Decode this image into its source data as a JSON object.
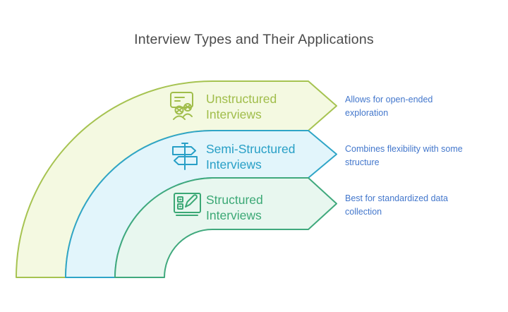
{
  "title": {
    "text": "Interview Types and Their Applications",
    "color": "#4a4a4a"
  },
  "annotation_color": "#4377cc",
  "bands": [
    {
      "name": "unstructured",
      "label_line1": "Unstructured",
      "label_line2": "Interviews",
      "annotation": "Allows for open-ended exploration",
      "icon": "people-conversation-icon",
      "stroke": "#a6c351",
      "fill": "#f4f9e1",
      "label_color": "#a0bd4a"
    },
    {
      "name": "semi-structured",
      "label_line1": "Semi-Structured",
      "label_line2": "Interviews",
      "annotation": "Combines flexibility with some structure",
      "icon": "signpost-icon",
      "stroke": "#2fa5c7",
      "fill": "#e2f5fb",
      "label_color": "#279fc6"
    },
    {
      "name": "structured",
      "label_line1": "Structured",
      "label_line2": "Interviews",
      "annotation": "Best for standardized data collection",
      "icon": "form-pencil-icon",
      "stroke": "#40a97d",
      "fill": "#e8f7ef",
      "label_color": "#3ba875"
    }
  ]
}
